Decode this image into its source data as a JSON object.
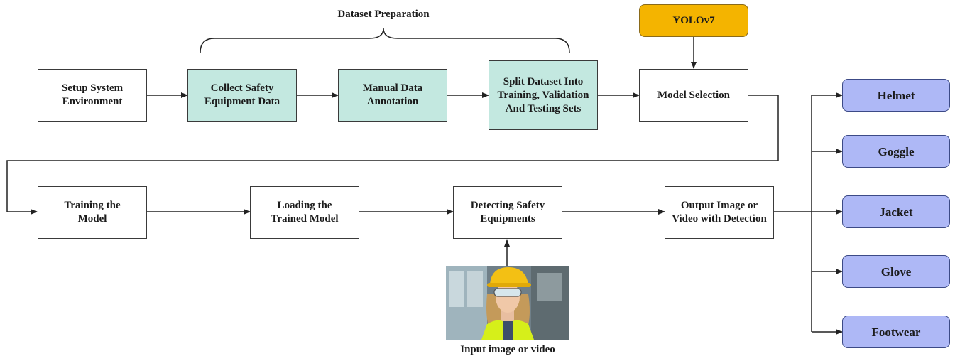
{
  "header": {
    "dataset_preparation": "Dataset Preparation"
  },
  "model_source": "YOLOv7",
  "steps": [
    "Setup System Environment",
    "Collect Safety Equipment Data",
    "Manual Data Annotation",
    "Split Dataset Into Training, Validation And Testing Sets",
    "Model Selection",
    "Training the Model",
    "Loading the Trained Model",
    "Detecting Safety Equipments",
    "Output Image or Video with Detection"
  ],
  "input_label": "Input image or video",
  "outputs": [
    "Helmet",
    "Goggle",
    "Jacket",
    "Glove",
    "Footwear"
  ],
  "colors": {
    "dataset_box": "#c3e8e0",
    "yolo_box": "#f4b400",
    "output_box": "#aeb8f6"
  }
}
